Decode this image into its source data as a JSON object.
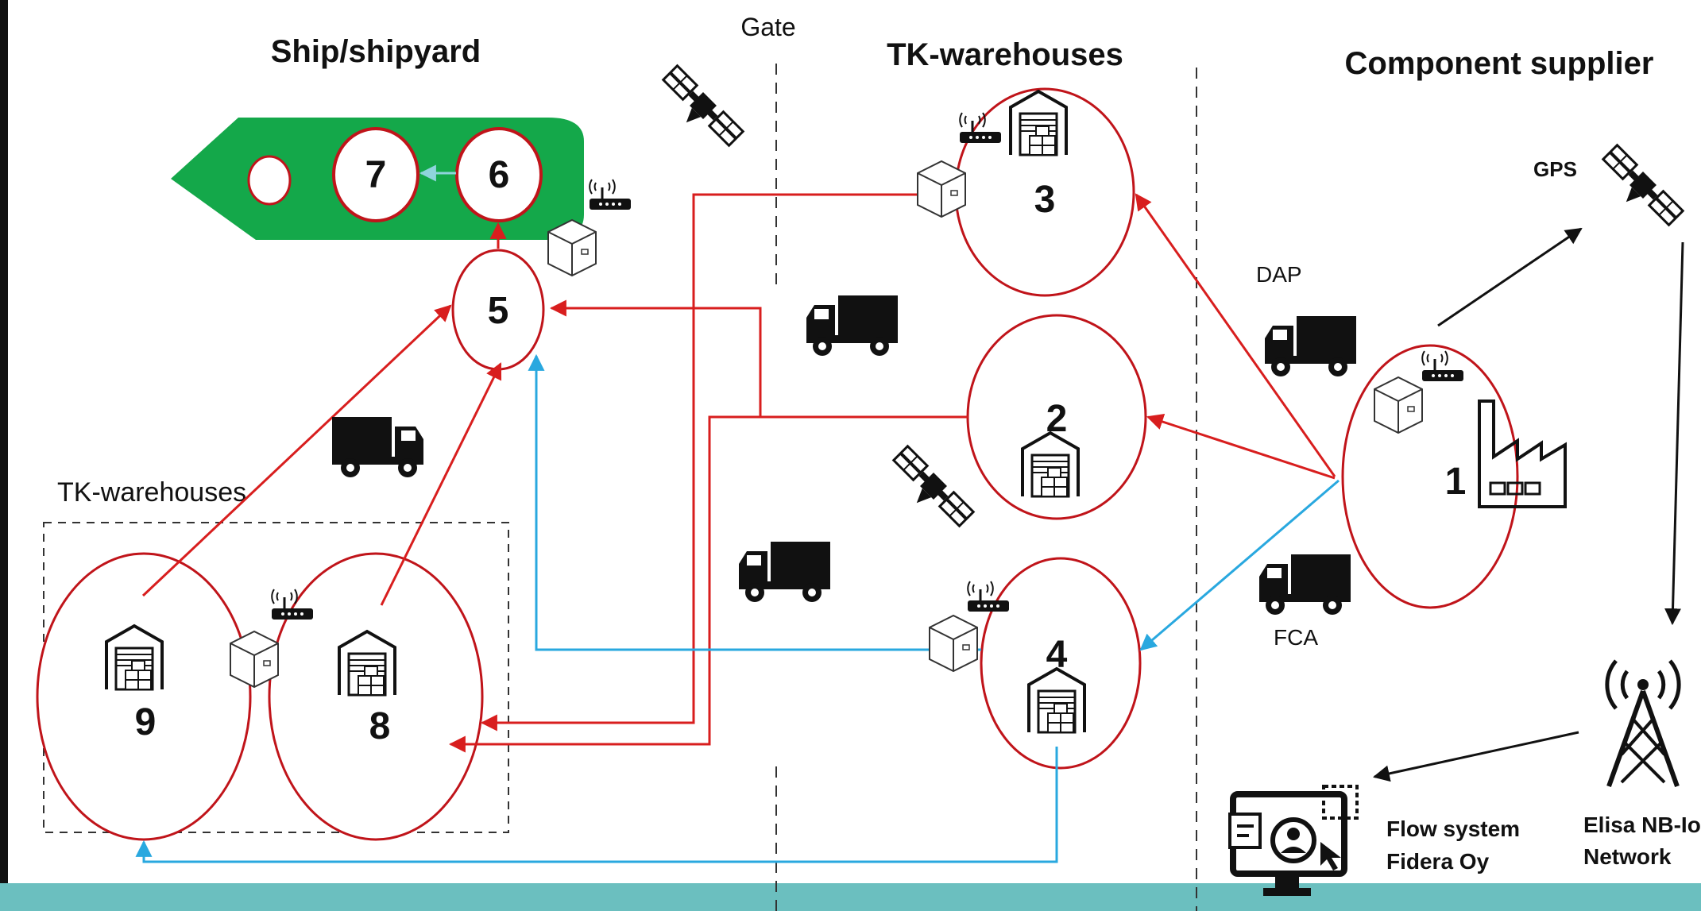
{
  "sections": {
    "ship": "Ship/shipyard",
    "tk_top": "TK-warehouses",
    "supplier": "Component supplier",
    "tk_bottom": "TK-warehouses",
    "gate": "Gate"
  },
  "nodes": {
    "n1": "1",
    "n2": "2",
    "n3": "3",
    "n4": "4",
    "n5": "5",
    "n6": "6",
    "n7": "7",
    "n8": "8",
    "n9": "9"
  },
  "labels": {
    "dap": "DAP",
    "fca": "FCA",
    "gps": "GPS",
    "flow_line1": "Flow system",
    "flow_line2": "Fidera Oy",
    "network_line1": "Elisa NB-IoT",
    "network_line2": "Network"
  },
  "colors": {
    "red_flow": "#d81e1e",
    "blue_flow": "#29a8df",
    "circle": "#c0141a",
    "ship": "#14a84a",
    "footer": "#6bbfbf"
  }
}
